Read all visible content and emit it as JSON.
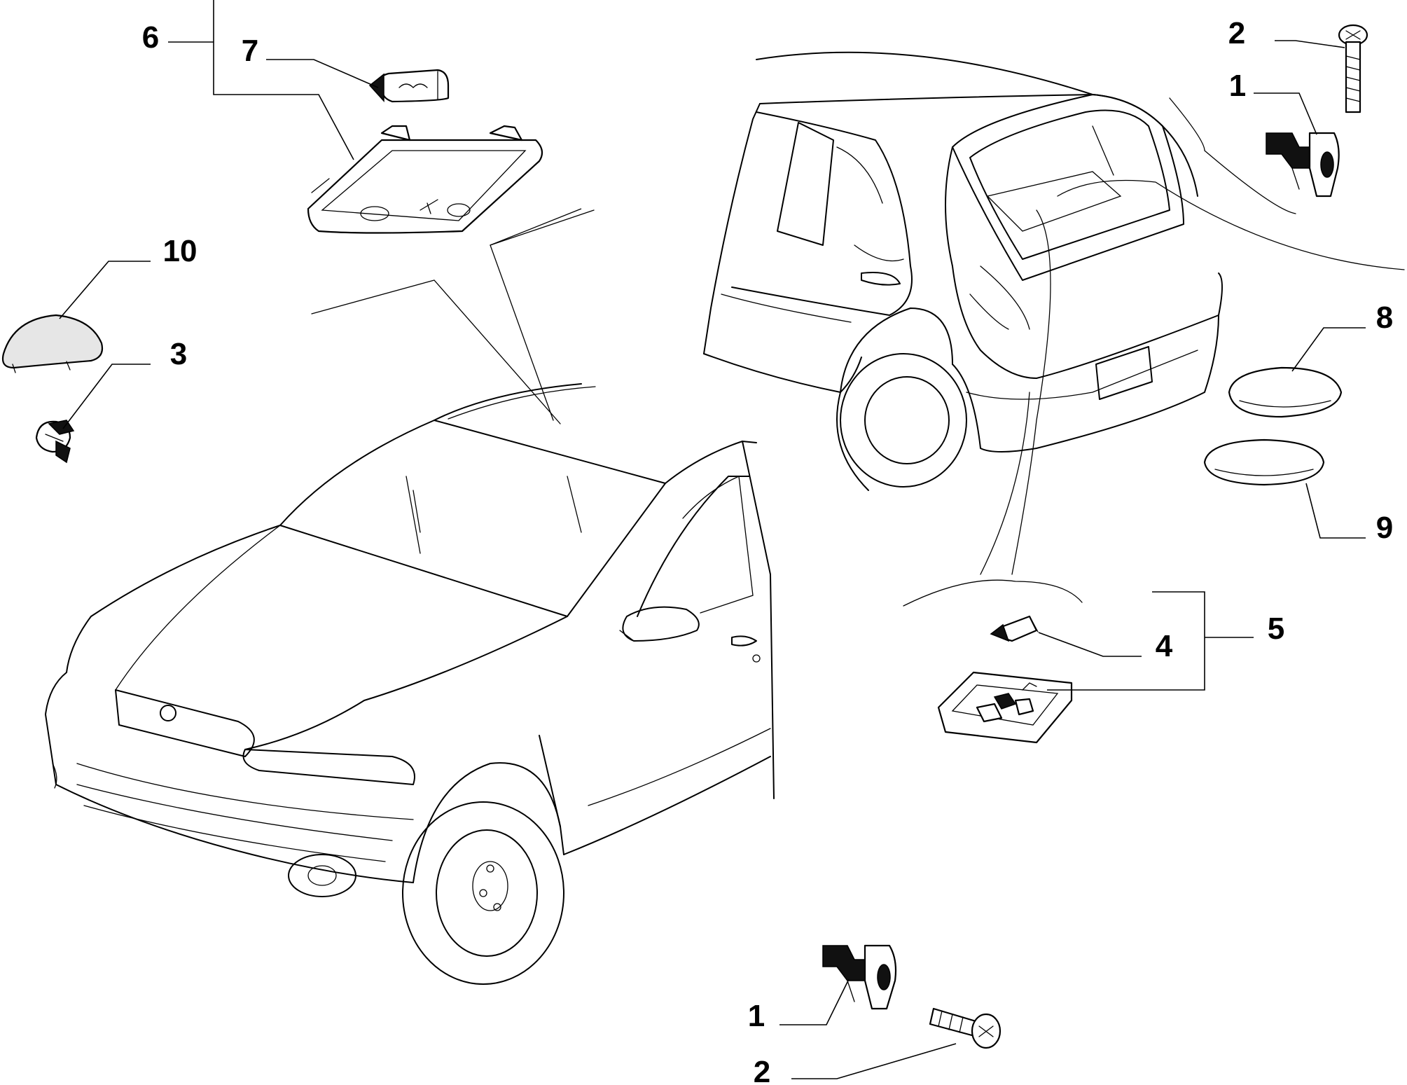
{
  "callouts": {
    "c1_top": "1",
    "c1_bottom": "1",
    "c2_top": "2",
    "c2_bottom": "2",
    "c3": "3",
    "c4": "4",
    "c5": "5",
    "c6": "6",
    "c7": "7",
    "c8": "8",
    "c9": "9",
    "c10": "10"
  }
}
